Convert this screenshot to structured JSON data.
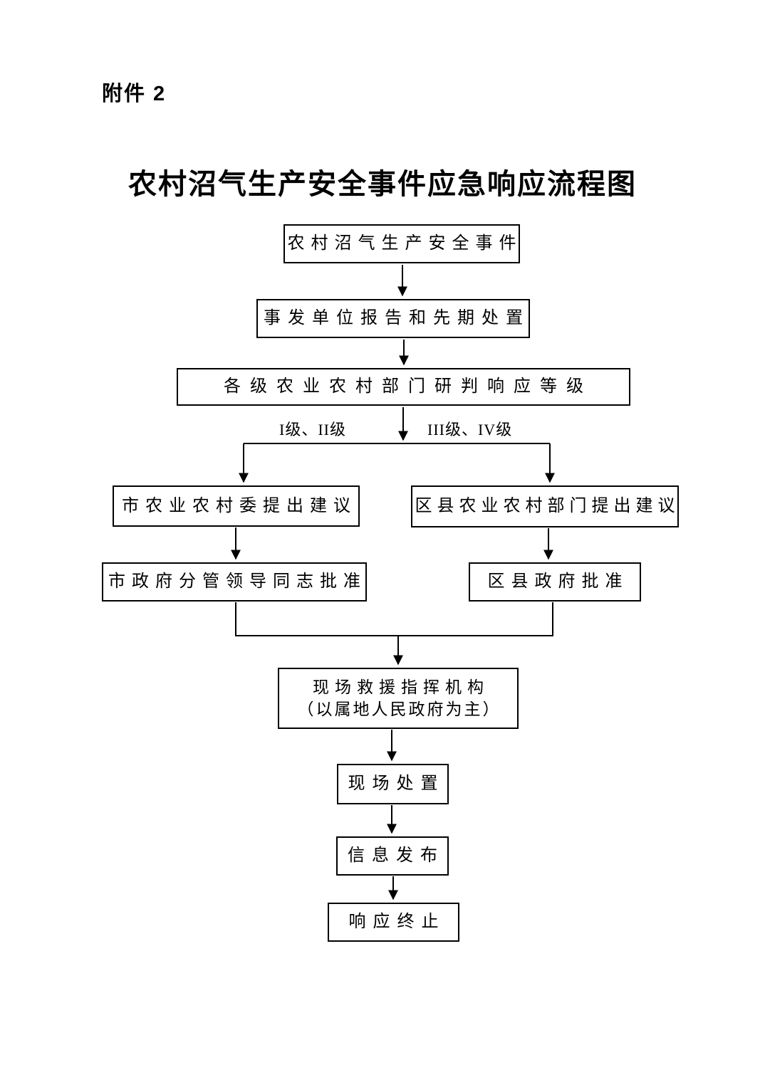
{
  "document": {
    "attachment_label": "附件 2",
    "title": "农村沼气生产安全事件应急响应流程图"
  },
  "flowchart": {
    "nodes": {
      "incident": "农村沼气生产安全事件",
      "report": "事发单位报告和先期处置",
      "assess": "各级农业农村部门研判响应等级",
      "city_suggest": "市农业农村委提出建议",
      "district_suggest": "区县农业农村部门提出建议",
      "city_approve": "市政府分管领导同志批准",
      "district_approve": "区县政府批准",
      "command_line1": "现场救援指挥机构",
      "command_line2": "（以属地人民政府为主）",
      "onsite": "现场处置",
      "publish": "信息发布",
      "terminate": "响应终止"
    },
    "branch_labels": {
      "left": "I级、II级",
      "right": "III级、IV级"
    }
  }
}
